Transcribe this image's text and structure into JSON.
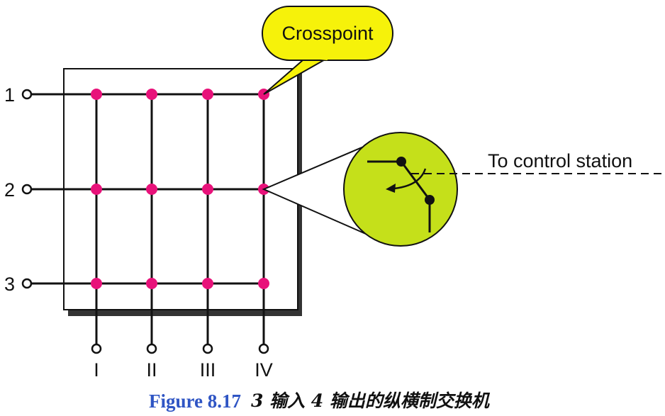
{
  "inputs": [
    "1",
    "2",
    "3"
  ],
  "outputs": [
    "I",
    "II",
    "III",
    "IV"
  ],
  "callout": "Crosspoint",
  "control_label": "To control station",
  "caption": {
    "figure": "Figure 8.17",
    "text": "3 输入 4 输出的纵横制交换机"
  },
  "colors": {
    "crosspoint": "#e8127a",
    "callout_fill": "#f6f20a",
    "switch_fill": "#c5e01a",
    "caption_blue": "#2f55c4",
    "line": "#111111"
  }
}
